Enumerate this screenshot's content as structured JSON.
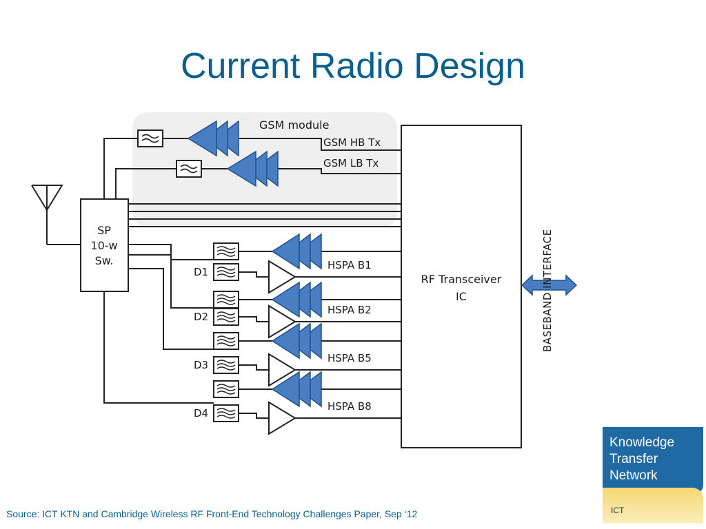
{
  "slide": {
    "title": "Current Radio Design",
    "source": "Source: ICT KTN and Cambridge Wireless RF Front-End Technology Challenges Paper, Sep ‘12"
  },
  "diagram": {
    "gsm_module_label": "GSM module",
    "gsm_hb_label": "GSM HB Tx",
    "gsm_lb_label": "GSM LB Tx",
    "switch_label_lines": [
      "SP",
      "10-w",
      "Sw."
    ],
    "transceiver_label_lines": [
      "RF Transceiver",
      "IC"
    ],
    "interface_label": "BASEBAND INTERFACE",
    "duplexers": [
      "D1",
      "D2",
      "D3",
      "D4"
    ],
    "bands": [
      "HSPA B1",
      "HSPA B2",
      "HSPA B5",
      "HSPA B8"
    ],
    "colors": {
      "pa_fill": "#4a7ec3",
      "gsm_panel": "#f0f0f0",
      "arrow_fill": "#4a7ec3",
      "line": "#222222"
    }
  },
  "logo": {
    "lines": [
      "Knowledge",
      "Transfer",
      "Network"
    ],
    "tag": "ICT",
    "colors": {
      "blue": "#1f6aa5",
      "yellow": "#f7d774"
    }
  }
}
